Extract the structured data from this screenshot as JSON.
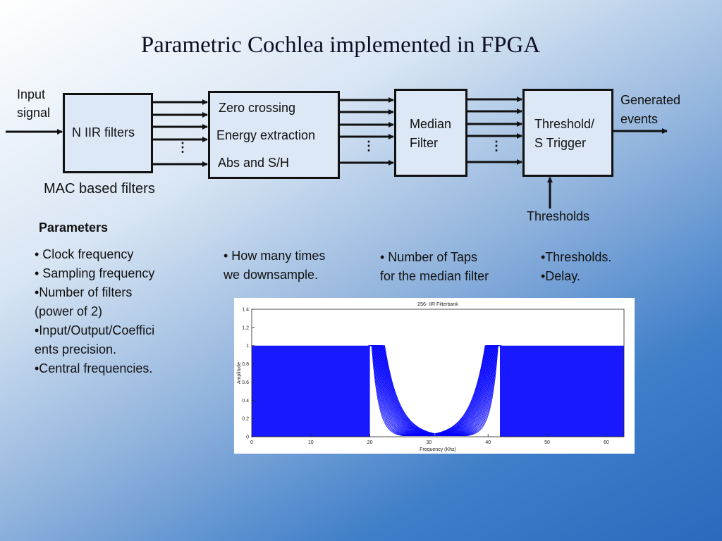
{
  "title": "Parametric Cochlea implemented in FPGA",
  "diagram": {
    "input_label": [
      "Input",
      "signal"
    ],
    "block_iir": "N IIR filters",
    "block_features": [
      "Zero crossing",
      "Energy extraction",
      "Abs and S/H"
    ],
    "block_median": [
      "Median",
      "Filter"
    ],
    "block_threshold": [
      "Threshold/",
      "S Trigger"
    ],
    "output_label": [
      "Generated",
      "events"
    ],
    "mac_label": "MAC based filters",
    "thresholds_label": "Thresholds",
    "ellipsis": "⋮"
  },
  "parameters": {
    "heading": "Parameters",
    "col1": [
      "• Clock frequency",
      "• Sampling frequency",
      "•Number of filters",
      "(power of 2)",
      "•Input/Output/Coeffici",
      "ents precision.",
      "•Central frequencies."
    ],
    "col2": [
      "• How many times",
      "we downsample."
    ],
    "col3": [
      "• Number of Taps",
      "for the median filter"
    ],
    "col4": [
      "•Thresholds.",
      "•Delay."
    ]
  },
  "colors": {
    "series": "#0000ff",
    "block_fill": "#dde8f6"
  },
  "chart_data": {
    "type": "line",
    "title": "256- IIR Filterbank",
    "xlabel": "Frequency (Khz)",
    "ylabel": "Amplitude",
    "xlim": [
      0,
      63
    ],
    "ylim": [
      0,
      1.4
    ],
    "xticks": [
      0,
      10,
      20,
      30,
      40,
      50,
      60
    ],
    "yticks": [
      0,
      0.2,
      0.4,
      0.6,
      0.8,
      1,
      1.2,
      1.4
    ],
    "num_filters": 256,
    "passband_max": 1,
    "left_band_edge_khz": 20,
    "right_band_edge_khz": 42,
    "valley_center_khz": 31
  }
}
